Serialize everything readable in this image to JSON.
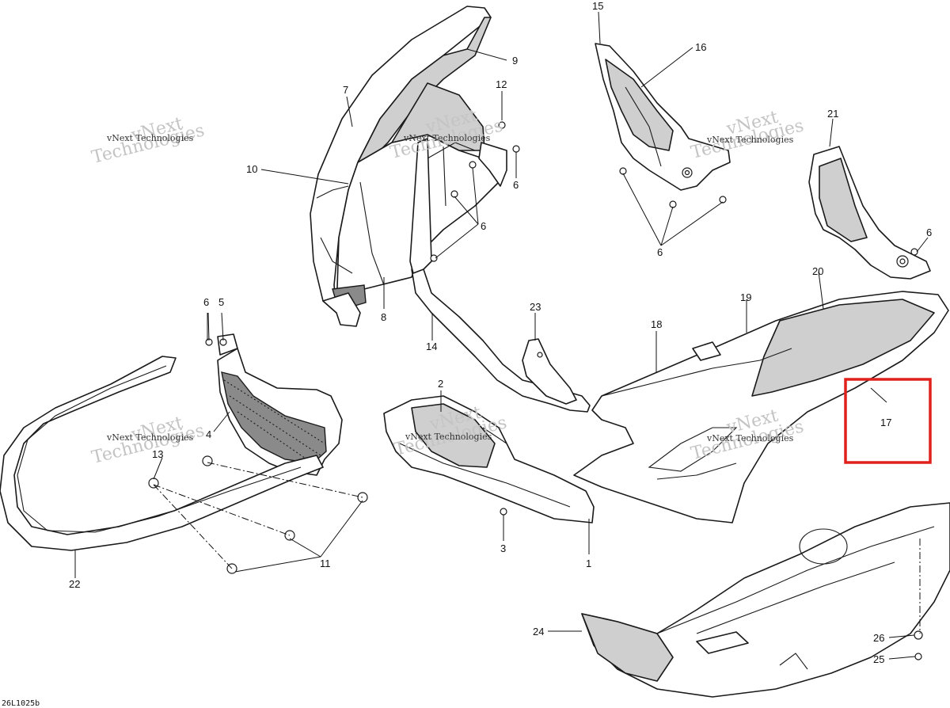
{
  "document_id": "26L1025b",
  "watermark": {
    "line1": "vNext",
    "line2": "Technologies",
    "small": "vNext Technologies"
  },
  "callouts": [
    {
      "id": "c-1",
      "label": "1"
    },
    {
      "id": "c-2",
      "label": "2"
    },
    {
      "id": "c-3",
      "label": "3"
    },
    {
      "id": "c-4",
      "label": "4"
    },
    {
      "id": "c-5",
      "label": "5"
    },
    {
      "id": "c-6a",
      "label": "6"
    },
    {
      "id": "c-6b",
      "label": "6"
    },
    {
      "id": "c-6c",
      "label": "6"
    },
    {
      "id": "c-6d",
      "label": "6"
    },
    {
      "id": "c-6e",
      "label": "6"
    },
    {
      "id": "c-7",
      "label": "7"
    },
    {
      "id": "c-8",
      "label": "8"
    },
    {
      "id": "c-9",
      "label": "9"
    },
    {
      "id": "c-10",
      "label": "10"
    },
    {
      "id": "c-11",
      "label": "11"
    },
    {
      "id": "c-12",
      "label": "12"
    },
    {
      "id": "c-13",
      "label": "13"
    },
    {
      "id": "c-14",
      "label": "14"
    },
    {
      "id": "c-15",
      "label": "15"
    },
    {
      "id": "c-16",
      "label": "16"
    },
    {
      "id": "c-17",
      "label": "17"
    },
    {
      "id": "c-18",
      "label": "18"
    },
    {
      "id": "c-19",
      "label": "19"
    },
    {
      "id": "c-20",
      "label": "20"
    },
    {
      "id": "c-21",
      "label": "21"
    },
    {
      "id": "c-22",
      "label": "22"
    },
    {
      "id": "c-23",
      "label": "23"
    },
    {
      "id": "c-24",
      "label": "24"
    },
    {
      "id": "c-25",
      "label": "25"
    },
    {
      "id": "c-26",
      "label": "26"
    }
  ],
  "highlight": {
    "target": "17",
    "color": "#e0201b"
  }
}
